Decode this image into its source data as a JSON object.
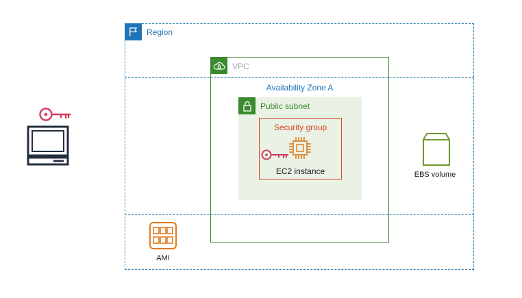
{
  "region": {
    "label": "Region",
    "color": "#1f73b7"
  },
  "vpc": {
    "label": "VPC",
    "color": "#3c8a2e"
  },
  "availability_zone": {
    "label": "Availability Zone  A"
  },
  "public_subnet": {
    "label": "Public subnet",
    "fill": "#e9f2e4"
  },
  "security_group": {
    "label": "Security group",
    "color": "#d6442a"
  },
  "ec2_instance": {
    "label": "EC2 instance",
    "color": "#e07b1d"
  },
  "ebs_volume": {
    "label": "EBS volume",
    "color": "#6b9a2a"
  },
  "ami": {
    "label": "AMI",
    "color": "#e07b1d"
  },
  "key_color": "#d33c5d",
  "client_icon": "laptop-icon"
}
